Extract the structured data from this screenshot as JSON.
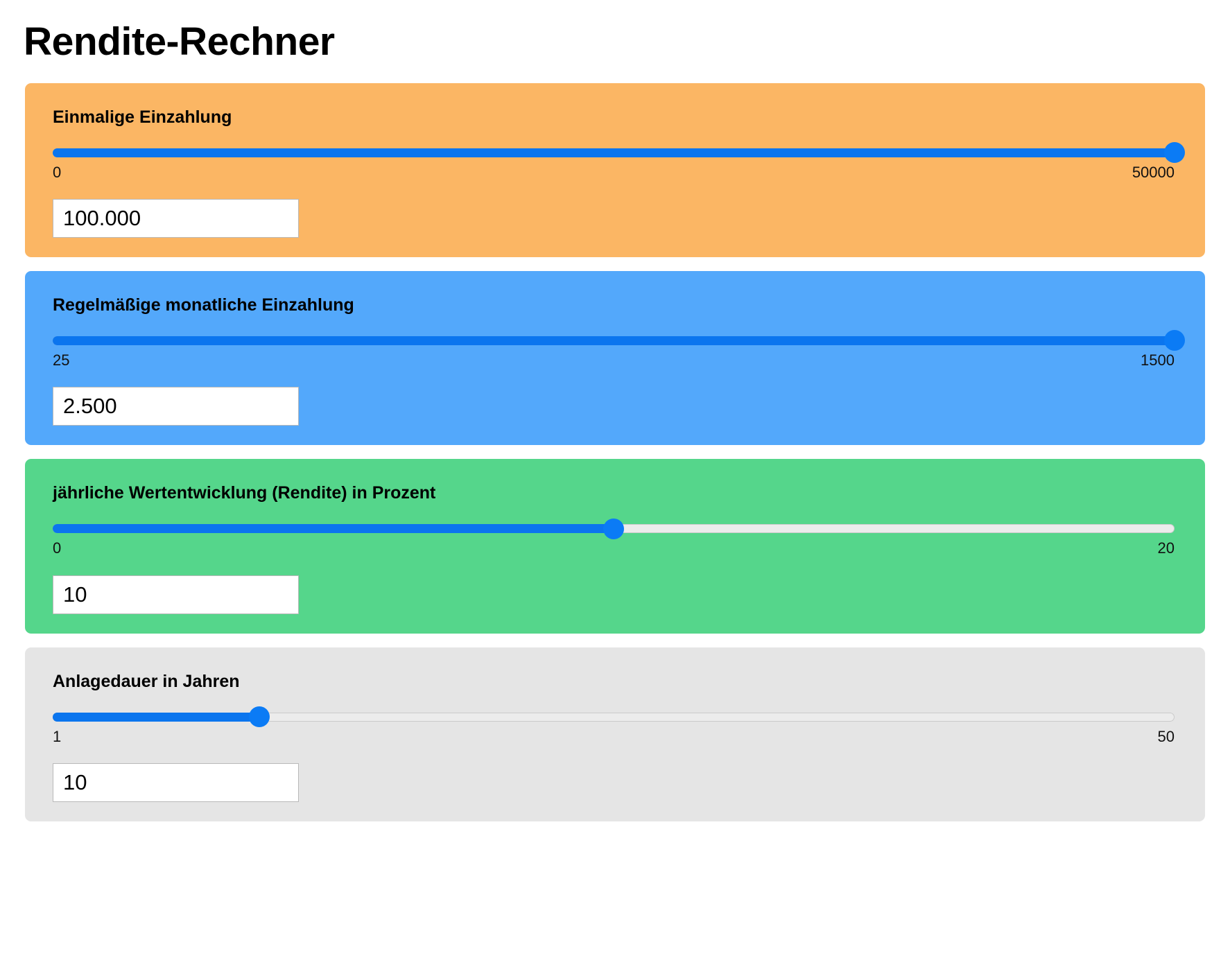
{
  "page": {
    "title": "Rendite-Rechner",
    "accent_slider_fill": "#0b75ee",
    "accent_slider_thumb": "#0b7bf5",
    "track_empty": "#ececec",
    "background": "#ffffff"
  },
  "fields": [
    {
      "name": "einmalige-einzahlung",
      "label": "Einmalige Einzahlung",
      "panel_color": "#fbb664",
      "slider": {
        "min_label": "0",
        "max_label": "50000",
        "min": 0,
        "max": 50000,
        "value": 50000,
        "fill_percent": 100
      },
      "input_value": "100.000"
    },
    {
      "name": "regelmaessige-monatliche-einzahlung",
      "label": "Regelmäßige monatliche Einzahlung",
      "panel_color": "#53a8fb",
      "slider": {
        "min_label": "25",
        "max_label": "1500",
        "min": 25,
        "max": 1500,
        "value": 1500,
        "fill_percent": 100
      },
      "input_value": "2.500"
    },
    {
      "name": "jaehrliche-wertentwicklung",
      "label": "jährliche Wertentwicklung (Rendite) in Prozent",
      "panel_color": "#55d68b",
      "slider": {
        "min_label": "0",
        "max_label": "20",
        "min": 0,
        "max": 20,
        "value": 10,
        "fill_percent": 50
      },
      "input_value": "10"
    },
    {
      "name": "anlagedauer-in-jahren",
      "label": "Anlagedauer in Jahren",
      "panel_color": "#e5e5e5",
      "slider": {
        "min_label": "1",
        "max_label": "50",
        "min": 1,
        "max": 50,
        "value": 10,
        "fill_percent": 18.4
      },
      "input_value": "10"
    }
  ]
}
